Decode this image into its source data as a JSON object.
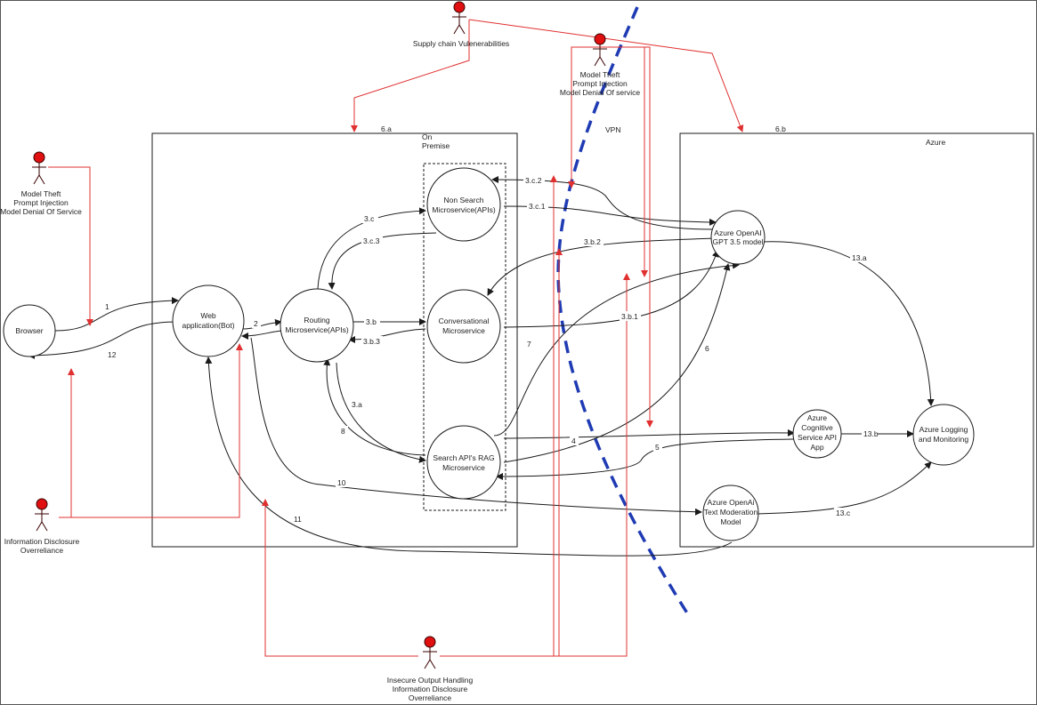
{
  "colors": {
    "threat": "#e03030",
    "line": "#1a1a1a",
    "vpn": "#1f3bb3",
    "actor_fill": "#e01010"
  },
  "zones": {
    "onprem_tag": "6.a",
    "onprem_title": "On",
    "onprem_title2": "Premise",
    "azure_tag": "6.b",
    "azure_title": "Azure",
    "vpn_label": "VPN"
  },
  "nodes": {
    "browser": "Browser",
    "webapp_1": "Web",
    "webapp_2": "application(Bot)",
    "routing_1": "Routing",
    "routing_2": "Microservice(APIs)",
    "nonsearch_1": "Non Search",
    "nonsearch_2": "Microservice(APIs)",
    "conversational": "Conversational",
    "conversational_2": "Microservice",
    "rag_1": "Search API's RAG",
    "rag_2": "Microservice",
    "openai_1": "Azure OpenAI",
    "openai_2": "GPT 3.5 model",
    "cognitive_1": "Azure",
    "cognitive_2": "Cognitive",
    "cognitive_3": "Service API",
    "cognitive_4": "App",
    "logging_1": "Azure Logging",
    "logging_2": "and Monitoring",
    "moderation_1": "Azure OpenAi",
    "moderation_2": "Text Moderation",
    "moderation_3": "Model"
  },
  "actors": {
    "supply": "Supply chain Vulenerabilities",
    "theft_top_1": "Model Theft",
    "theft_top_2": "Prompt Injection",
    "theft_top_3": "Model Denial Of service",
    "theft_left_1": "Model Theft",
    "theft_left_2": "Prompt Injection",
    "theft_left_3": "Model Denial Of Service",
    "info_1": "Information Disclosure",
    "info_2": "Overreliance",
    "output_1": "Insecure Output Handling",
    "output_2": "Information Disclosure",
    "output_3": "Overreliance"
  },
  "flows": {
    "f1": "1",
    "f2": "2",
    "f3a": "3.a",
    "f3b": "3.b",
    "f3b1": "3.b.1",
    "f3b2": "3.b.2",
    "f3b3": "3.b.3",
    "f3c": "3.c",
    "f3c1": "3.c.1",
    "f3c2": "3.c.2",
    "f3c3": "3.c.3",
    "f4": "4",
    "f5": "5",
    "f6": "6",
    "f7": "7",
    "f8": "8",
    "f10": "10",
    "f11": "11",
    "f12": "12",
    "f13a": "13.a",
    "f13b": "13.b",
    "f13c": "13.c"
  }
}
